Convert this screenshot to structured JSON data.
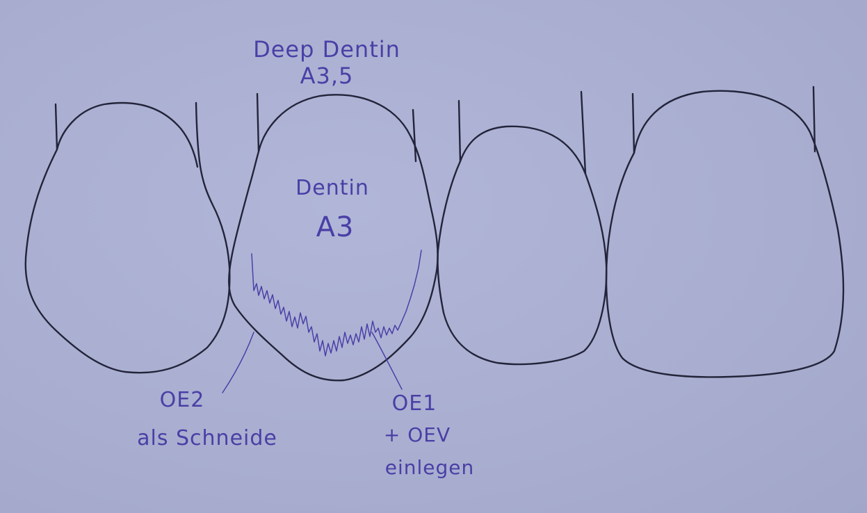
{
  "drawing": {
    "paper_color": "#aab0d2",
    "pencil_color": "#23243a",
    "ink_color": "#4a3fa6",
    "teeth_count": 4
  },
  "annotations": {
    "deep_dentin_title": "Deep Dentin",
    "deep_dentin_shade": "A3,5",
    "dentin_title": "Dentin",
    "dentin_shade": "A3",
    "oe2_label": "OE2",
    "oe2_note": "als Schneide",
    "oe1_label": "OE1",
    "oev_note": "+ OEV",
    "oev_action": "einlegen"
  }
}
